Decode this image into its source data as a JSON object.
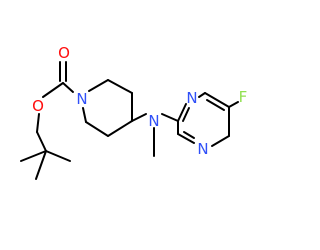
{
  "atoms": {
    "carbonyl_o": {
      "label": "O",
      "color": "#ff0d0d"
    },
    "ester_o": {
      "label": "O",
      "color": "#ff0d0d"
    },
    "piperidine_n": {
      "label": "N",
      "color": "#3050f8"
    },
    "amine_n": {
      "label": "N",
      "color": "#3050f8"
    },
    "pyrimidine_n_top": {
      "label": "N",
      "color": "#3050f8"
    },
    "pyrimidine_n_bottom": {
      "label": "N",
      "color": "#3050f8"
    },
    "fluorine": {
      "label": "F",
      "color": "#90e050"
    }
  },
  "bond_color": "#000000"
}
